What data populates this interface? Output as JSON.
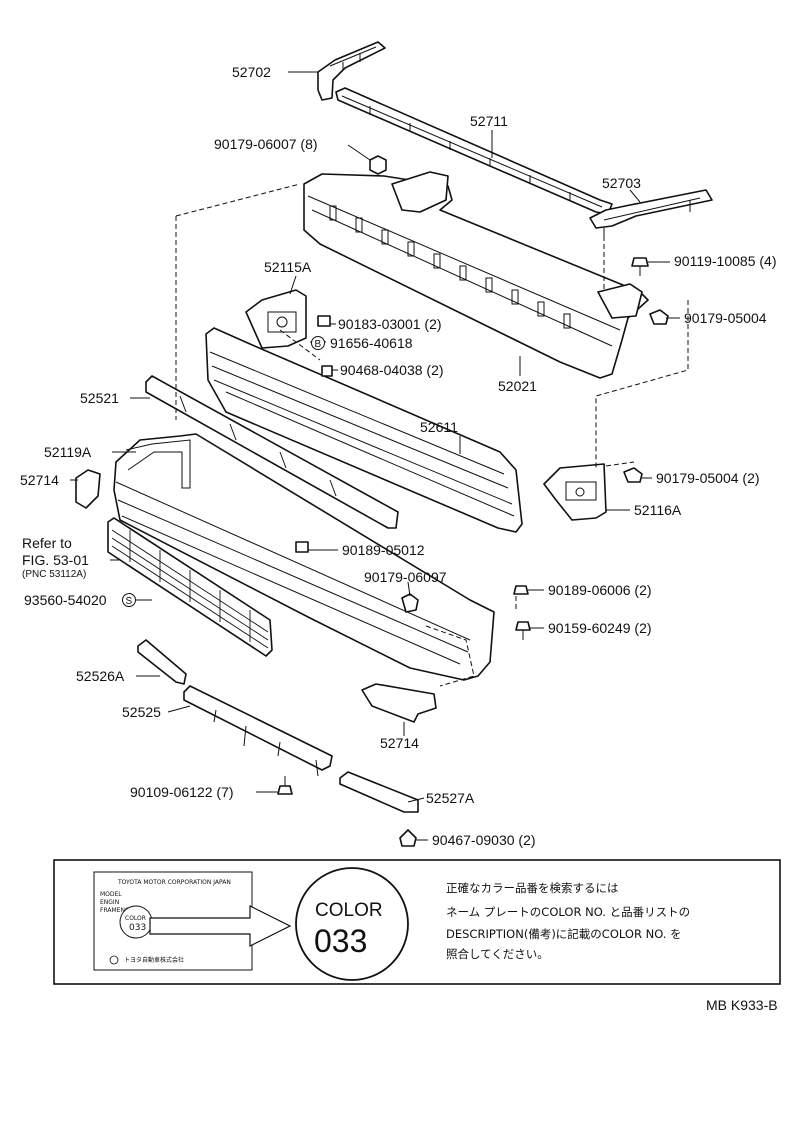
{
  "diagram": {
    "callouts": {
      "p52702": "52702",
      "p52711": "52711",
      "p90179_06007": "90179-06007 (8)",
      "p52703": "52703",
      "p90119_10085": "90119-10085 (4)",
      "p52115A": "52115A",
      "p90183_03001": "90183-03001 (2)",
      "p91656_40618": "91656-40618",
      "p90179_05004_top": "90179-05004",
      "p90468_04038": "90468-04038 (2)",
      "p52021": "52021",
      "p52521": "52521",
      "p52611": "52611",
      "p52119A": "52119A",
      "p52714_left": "52714",
      "p90179_05004_right": "90179-05004 (2)",
      "p52116A": "52116A",
      "refer_line1": "Refer to",
      "refer_line2": "FIG. 53-01",
      "refer_line3": "(PNC 53112A)",
      "p90189_05012": "90189-05012",
      "p90179_06097": "90179-06097",
      "p90189_06006": "90189-06006 (2)",
      "p93560_54020": "93560-54020",
      "p90159_60249": "90159-60249 (2)",
      "p52526A": "52526A",
      "p52525": "52525",
      "p52714_bottom": "52714",
      "p90109_06122": "90109-06122 (7)",
      "p52527A": "52527A",
      "p90467_09030": "90467-09030 (2)"
    },
    "symbols": {
      "b": "B",
      "s": "S"
    },
    "note": {
      "plate_header": "TOYOTA MOTOR CORPORATION  JAPAN",
      "plate_rows": [
        "MODEL",
        "ENGIN",
        "FRAMENO.",
        "",
        "",
        "",
        ""
      ],
      "plate_color_word": "COLOR",
      "plate_color_code": "033",
      "plate_footer": "トヨタ自動車株式会社",
      "big_color_word": "COLOR",
      "big_color_code": "033",
      "jp_line1": "正確なカラー品番を検索するには",
      "jp_line2": "ネーム プレートのCOLOR NO. と品番リストの",
      "jp_line3": "DESCRIPTION(備考)に記載のCOLOR NO. を",
      "jp_line4": "照合してください。"
    },
    "figure_id": "MB K933-B"
  }
}
